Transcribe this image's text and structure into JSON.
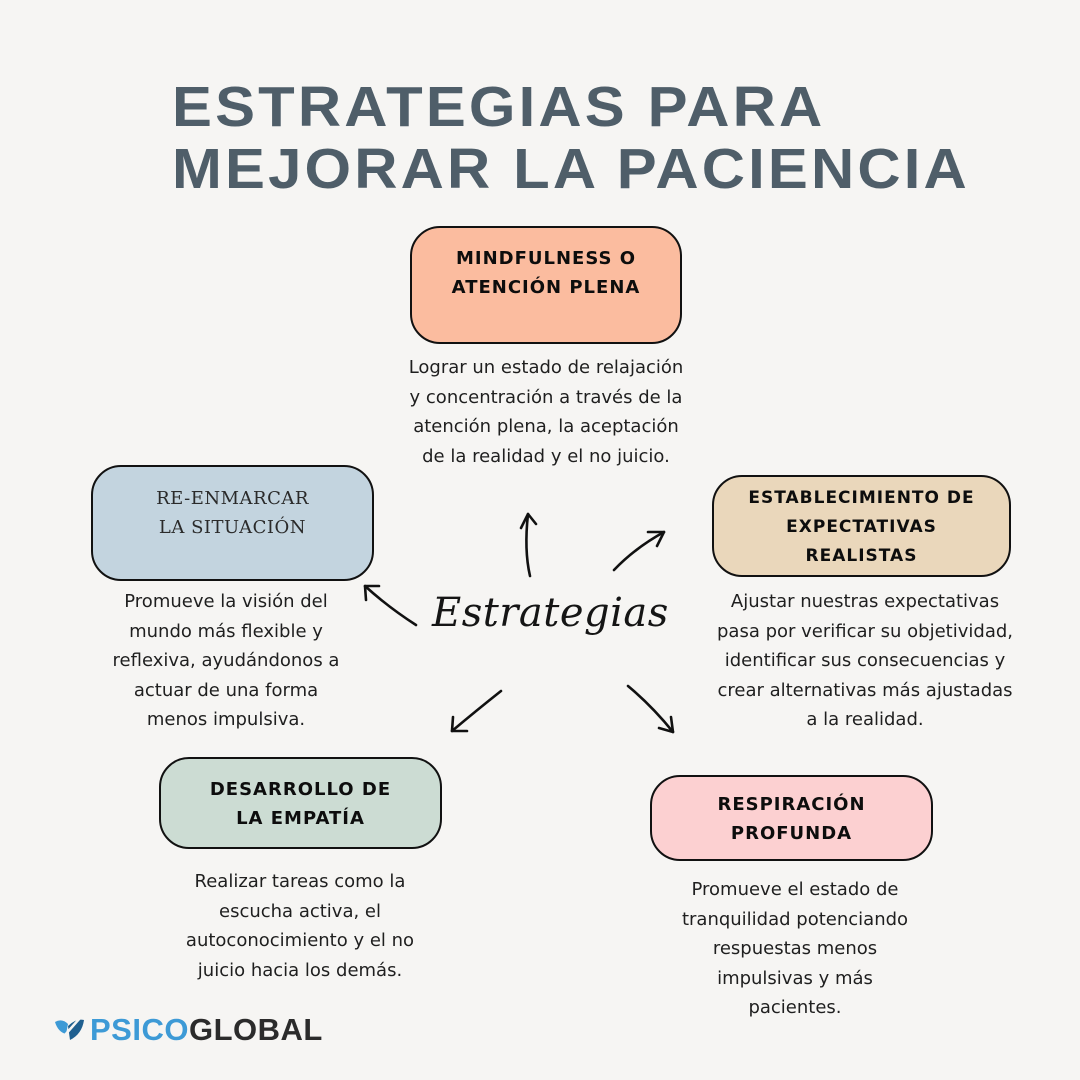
{
  "title": {
    "lines": [
      "ESTRATEGIAS PARA",
      "MEJORAR LA PACIENCIA"
    ],
    "color": "#4f5e69"
  },
  "center": {
    "label": "Estrategias"
  },
  "nodes": [
    {
      "id": "mindfulness",
      "title_lines": [
        "MINDFULNESS O",
        "ATENCIÓN PLENA"
      ],
      "color": "#fbbc9f",
      "desc_lines": [
        "Lograr un estado de relajación",
        "y concentración a través de la",
        "atención plena, la aceptación",
        "de la realidad y el no juicio."
      ]
    },
    {
      "id": "reenmarcar",
      "title_lines": [
        "RE-ENMARCAR",
        "LA SITUACIÓN"
      ],
      "color": "#c3d4df",
      "desc_lines": [
        "Promueve la visión del",
        "mundo más flexible y",
        "reflexiva, ayudándonos a",
        "actuar de una forma",
        "menos impulsiva."
      ]
    },
    {
      "id": "expectativas",
      "title_lines": [
        "ESTABLECIMIENTO DE",
        "EXPECTATIVAS",
        "REALISTAS"
      ],
      "color": "#ead7bb",
      "desc_lines": [
        "Ajustar nuestras expectativas",
        "pasa por verificar su objetividad,",
        "identificar sus consecuencias y",
        "crear alternativas más ajustadas",
        "a la realidad."
      ]
    },
    {
      "id": "empatia",
      "title_lines": [
        "DESARROLLO DE",
        "LA EMPATÍA"
      ],
      "color": "#ccdcd3",
      "desc_lines": [
        "Realizar tareas como la",
        "escucha activa, el",
        "autoconocimiento y el no",
        "juicio hacia los demás."
      ]
    },
    {
      "id": "respiracion",
      "title_lines": [
        "RESPIRACIÓN",
        "PROFUNDA"
      ],
      "color": "#fcd0d1",
      "desc_lines": [
        "Promueve el estado de",
        "tranquilidad potenciando",
        "respuestas menos",
        "impulsivas y más",
        "pacientes."
      ]
    }
  ],
  "logo": {
    "part1": "PSICO",
    "part2": "GLOBAL",
    "icon": "leaf-icon"
  }
}
